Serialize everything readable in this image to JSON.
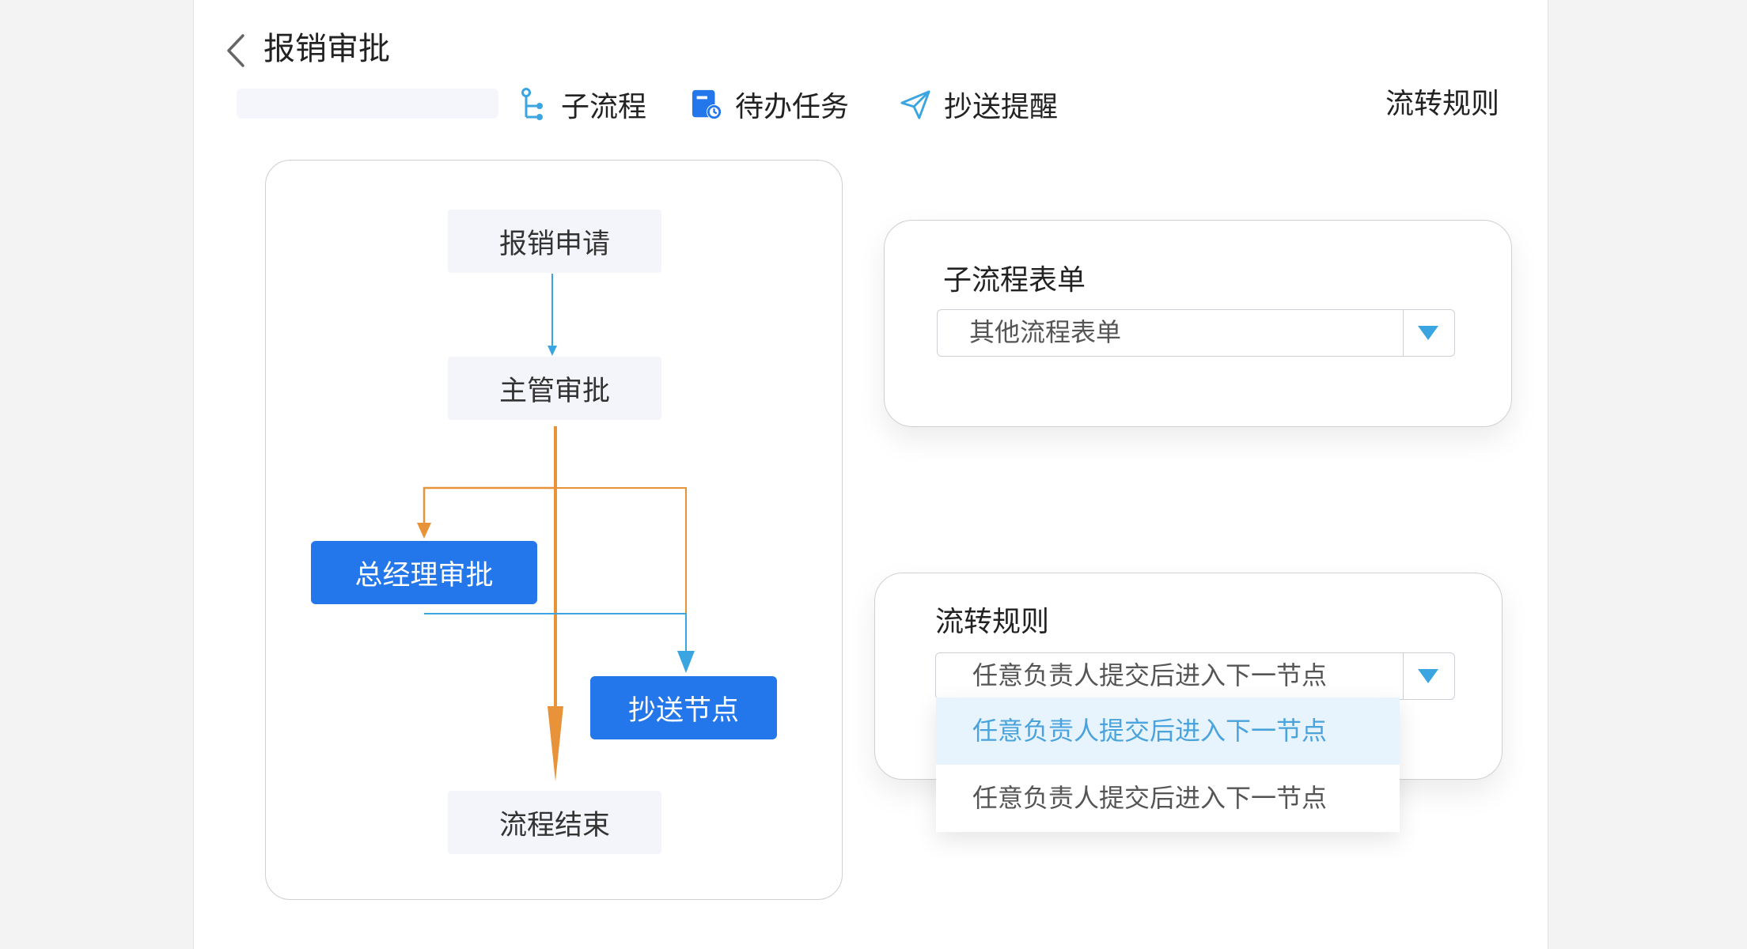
{
  "header": {
    "title": "报销审批",
    "back_icon": "chevron-left-icon"
  },
  "toolbar": {
    "items": [
      {
        "label": "子流程",
        "icon": "subflow-icon"
      },
      {
        "label": "待办任务",
        "icon": "task-icon"
      },
      {
        "label": "抄送提醒",
        "icon": "send-icon"
      }
    ],
    "rules_label": "流转规则"
  },
  "flow": {
    "nodes": [
      {
        "label": "报销申请"
      },
      {
        "label": "主管审批"
      },
      {
        "label": "总经理审批"
      },
      {
        "label": "抄送节点"
      },
      {
        "label": "流程结束"
      }
    ]
  },
  "subflow_form": {
    "title": "子流程表单",
    "selected": "其他流程表单"
  },
  "transfer_rules": {
    "title": "流转规则",
    "selected": "任意负责人提交后进入下一节点",
    "options": [
      {
        "label": "任意负责人提交后进入下一节点",
        "active": true
      },
      {
        "label": "任意负责人提交后进入下一节点",
        "active": false
      }
    ]
  },
  "colors": {
    "primary": "#2377ea",
    "accent_orange": "#e8923a",
    "accent_blue": "#3aa5e0",
    "node_bg": "#f4f5fa"
  }
}
